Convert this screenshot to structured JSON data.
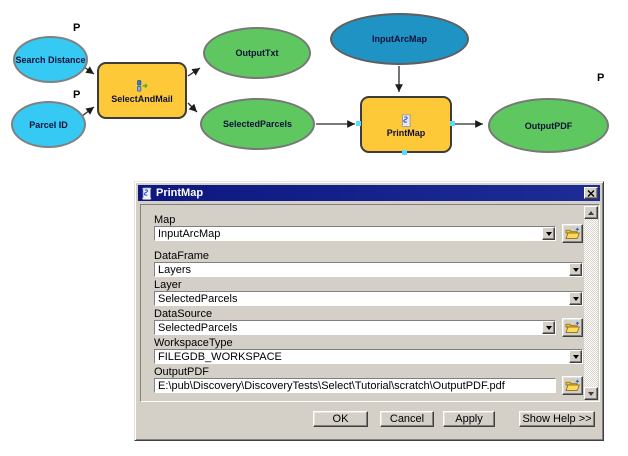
{
  "diagram": {
    "nodes": [
      {
        "id": "search-distance",
        "label": "Search Distance",
        "kind": "input-parameter-variable",
        "param": "P",
        "color": "#36c9f4"
      },
      {
        "id": "parcel-id",
        "label": "Parcel ID",
        "kind": "input-parameter-variable",
        "param": "P",
        "color": "#36c9f4"
      },
      {
        "id": "select-and-mail",
        "label": "SelectAndMail",
        "kind": "model-tool",
        "color": "#fdc938"
      },
      {
        "id": "output-txt",
        "label": "OutputTxt",
        "kind": "output-data",
        "color": "#5fc75f"
      },
      {
        "id": "selected-parcels",
        "label": "SelectedParcels",
        "kind": "output-data",
        "color": "#5fc75f"
      },
      {
        "id": "input-arcmap",
        "label": "InputArcMap",
        "kind": "input-variable",
        "color": "#1e93c4"
      },
      {
        "id": "print-map",
        "label": "PrintMap",
        "kind": "script-tool",
        "color": "#fdc938"
      },
      {
        "id": "output-pdf",
        "label": "OutputPDF",
        "kind": "output-data",
        "param": "P",
        "color": "#5fc75f"
      }
    ]
  },
  "dialog": {
    "title": "PrintMap",
    "fields": [
      {
        "label": "Map",
        "value": "InputArcMap",
        "dropdown": true,
        "browse": true
      },
      {
        "label": "DataFrame",
        "value": "Layers",
        "dropdown": true,
        "browse": false
      },
      {
        "label": "Layer",
        "value": "SelectedParcels",
        "dropdown": true,
        "browse": false
      },
      {
        "label": "DataSource",
        "value": "SelectedParcels",
        "dropdown": true,
        "browse": true
      },
      {
        "label": "WorkspaceType",
        "value": "FILEGDB_WORKSPACE",
        "dropdown": true,
        "browse": false
      },
      {
        "label": "OutputPDF",
        "value": "E:\\pub\\Discovery\\DiscoveryTests\\Select\\Tutorial\\scratch\\OutputPDF.pdf",
        "dropdown": false,
        "browse": true
      }
    ],
    "buttons": [
      "OK",
      "Cancel",
      "Apply",
      "Show Help >>"
    ]
  },
  "colors": {
    "title_bar": "#0d1780",
    "dialog_face": "#d4d0c8",
    "node_input_cyan": "#36c9f4",
    "node_variable_blue": "#1e93c4",
    "node_output_green": "#5fc75f",
    "node_tool_yellow": "#fdc938"
  }
}
